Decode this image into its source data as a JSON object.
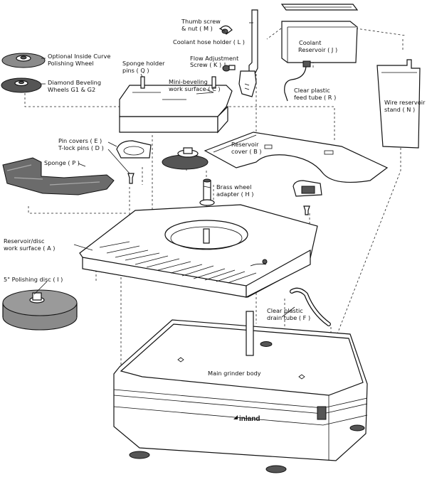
{
  "labels": {
    "thumb_screw_1": "Thumb screw",
    "thumb_screw_2": "& nut ( M )",
    "coolant_hose_holder": "Coolant hose holder ( L )",
    "coolant_reservoir_1": "Coolant",
    "coolant_reservoir_2": "Reservoir ( J )",
    "flow_adj_1": "Flow Adjustment",
    "flow_adj_2": "Screw ( K )",
    "clear_feed_1": "Clear plastic",
    "clear_feed_2": "feed tube ( R )",
    "optional_wheel_1": "Optional Inside Curve",
    "optional_wheel_2": "Polishing Wheel",
    "diamond_wheels_1": "Diamond Beveling",
    "diamond_wheels_2": "Wheels G1 & G2",
    "sponge_holder_1": "Sponge holder",
    "sponge_holder_2": "pins ( Q )",
    "mini_bevel_1": "Mini-beveling",
    "mini_bevel_2": "work surface ( C )",
    "wire_stand_1": "Wire reservoir",
    "wire_stand_2": "stand ( N )",
    "pin_covers": "Pin covers ( E )",
    "tlock_pins": "T-lock pins ( D )",
    "reservoir_cover_1": "Reservoir",
    "reservoir_cover_2": "cover ( B )",
    "sponge": "Sponge ( P )",
    "brass_adapter_1": "Brass wheel",
    "brass_adapter_2": "adapter ( H )",
    "reservoir_surface_1": "Reservoir/disc",
    "reservoir_surface_2": "work surface ( A )",
    "polishing_disc": "5\" Polishing disc ( I )",
    "drain_tube_1": "Clear plastic",
    "drain_tube_2": "drain tube ( F )",
    "main_body": "Main grinder body",
    "brand": "inland"
  }
}
